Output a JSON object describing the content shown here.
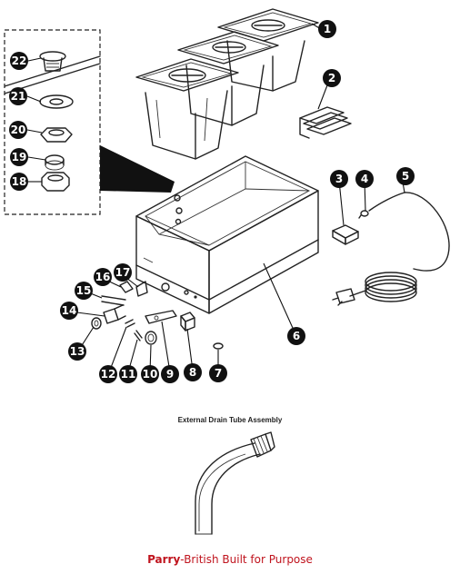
{
  "diagram": {
    "callouts": [
      "1",
      "2",
      "3",
      "4",
      "5",
      "6",
      "7",
      "8",
      "9",
      "10",
      "11",
      "12",
      "13",
      "14",
      "15",
      "16",
      "17",
      "18",
      "19",
      "20",
      "21",
      "22"
    ]
  },
  "drain_assembly": {
    "caption": "External Drain Tube Assembly"
  },
  "footer": {
    "brand": "Parry",
    "tagline": "-British Built for Purpose"
  },
  "colors": {
    "footer_text": "#c0141e",
    "lines": "#222222",
    "callout_fill": "#111111"
  },
  "icons": [
    "pan-lid-icon",
    "heating-element-icon",
    "thermostat-icon",
    "knob-icon",
    "power-cable-icon",
    "drain-tube-icon"
  ]
}
